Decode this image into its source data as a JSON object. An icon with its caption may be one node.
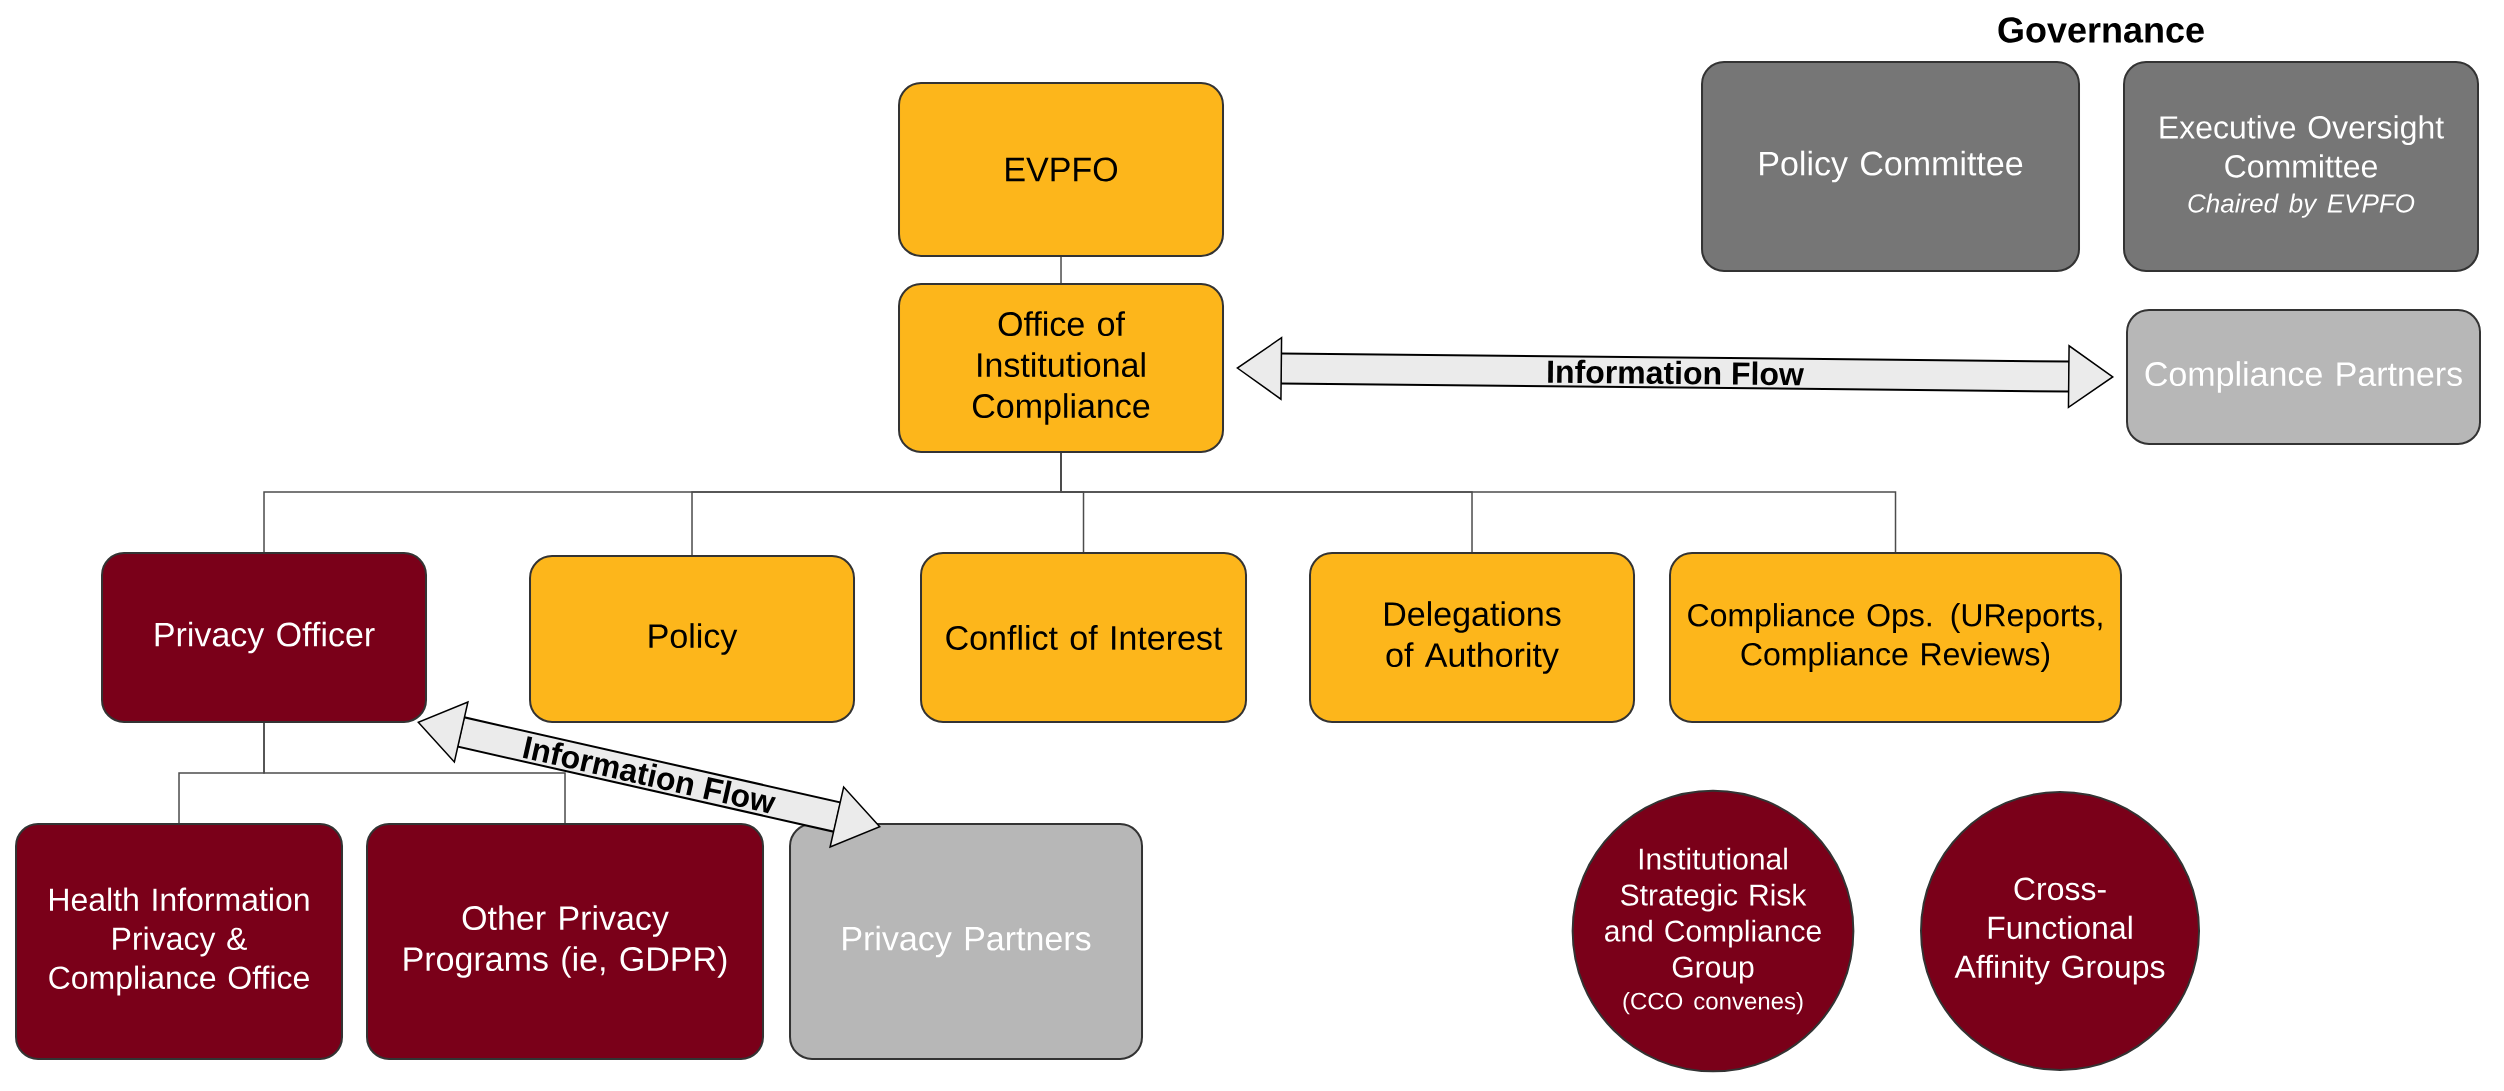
{
  "diagram": {
    "title": "Governance",
    "nodes": [
      {
        "text": [
          "EVPFO"
        ]
      },
      {
        "text": [
          "Office of Institutional Compliance"
        ]
      },
      {
        "text": [
          "Privacy Officer"
        ]
      },
      {
        "text": [
          "Policy"
        ]
      },
      {
        "text": [
          "Conflict of Interest"
        ]
      },
      {
        "text": [
          "Delegations of Authority"
        ]
      },
      {
        "text": [
          "Compliance Ops. (UReports, Compliance Reviews)"
        ]
      },
      {
        "text": [
          "Health Information Privacy & Compliance Office"
        ]
      },
      {
        "text": [
          "Other Privacy Programs (ie, GDPR)"
        ]
      },
      {
        "text": [
          "Privacy Partners"
        ]
      },
      {
        "text": [
          "Policy Committee"
        ]
      },
      {
        "text": [
          "Executive Oversight Committee",
          "Chaired by EVPFO"
        ]
      },
      {
        "text": [
          "Compliance Partners"
        ]
      },
      {
        "text": [
          "Institutional Strategic Risk and Compliance Group",
          "(CCO convenes)"
        ]
      },
      {
        "text": [
          "Cross-Functional Affinity Groups"
        ]
      }
    ],
    "edges": [
      {
        "from": 0,
        "to": 1,
        "arrow": "none"
      },
      {
        "from": 1,
        "to": 2,
        "arrow": "none"
      },
      {
        "from": 1,
        "to": 3,
        "arrow": "none"
      },
      {
        "from": 1,
        "to": 4,
        "arrow": "none"
      },
      {
        "from": 1,
        "to": 5,
        "arrow": "none"
      },
      {
        "from": 1,
        "to": 6,
        "arrow": "none"
      },
      {
        "from": 2,
        "to": 7,
        "arrow": "none"
      },
      {
        "from": 2,
        "to": 8,
        "arrow": "none"
      },
      {
        "from": 1,
        "to": 12,
        "arrow": "both",
        "label": "Information Flow",
        "style": "thick"
      },
      {
        "from": 2,
        "to": 9,
        "arrow": "both",
        "label": "Information Flow",
        "style": "thick"
      }
    ]
  }
}
